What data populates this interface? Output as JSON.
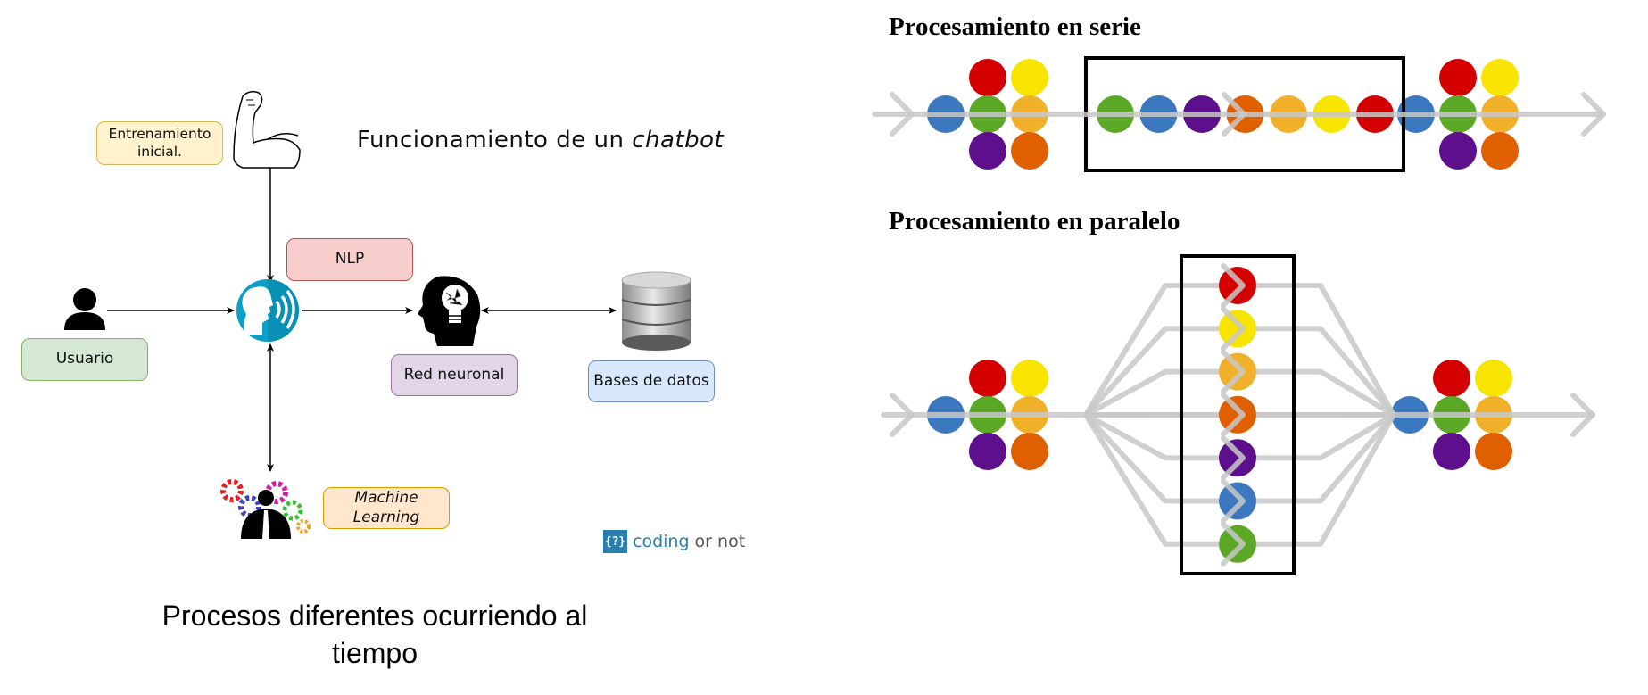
{
  "left_panel": {
    "title_prefix": "Funcionamiento de un ",
    "title_emphasis": "chatbot",
    "nodes": {
      "training": {
        "label_line1": "Entrenamiento",
        "label_line2": "inicial.",
        "icon": "flexed-arm-icon"
      },
      "nlp": {
        "label": "NLP"
      },
      "user": {
        "label": "Usuario",
        "icon": "user-icon"
      },
      "voice": {
        "icon": "voice-assistant-icon",
        "color": "#0aa0c8"
      },
      "neural": {
        "label": "Red neuronal",
        "icon": "brain-bulb-head-icon"
      },
      "database": {
        "label": "Bases de datos",
        "icon": "database-icon"
      },
      "ml": {
        "label_line1": "Machine",
        "label_line2": "Learning",
        "icon": "gears-person-icon"
      }
    },
    "logo": {
      "mark": "{?}",
      "word1": "coding",
      "word2": " or not"
    },
    "caption_line1": "Procesos diferentes ocurriendo al",
    "caption_line2": "tiempo"
  },
  "right_panel": {
    "serial": {
      "heading": "Procesamiento en serie",
      "input_cluster": [
        "#d40000",
        "#f7e400",
        "#3b78bf",
        "#5aa825",
        "#f0b02a",
        "#5e0f8c",
        "#e06000"
      ],
      "processing_sequence": [
        "#5aa825",
        "#3b78bf",
        "#5e0f8c",
        "#e06000",
        "#f0b02a",
        "#f7e400",
        "#d40000"
      ],
      "output_cluster": [
        "#d40000",
        "#f7e400",
        "#3b78bf",
        "#5aa825",
        "#f0b02a",
        "#5e0f8c",
        "#e06000"
      ]
    },
    "parallel": {
      "heading": "Procesamiento en paralelo",
      "input_cluster": [
        "#d40000",
        "#f7e400",
        "#3b78bf",
        "#5aa825",
        "#f0b02a",
        "#5e0f8c",
        "#e06000"
      ],
      "processing_lanes": [
        "#d40000",
        "#f7e400",
        "#f0b02a",
        "#e06000",
        "#5e0f8c",
        "#3b78bf",
        "#5aa825"
      ],
      "output_cluster": [
        "#d40000",
        "#f7e400",
        "#3b78bf",
        "#5aa825",
        "#f0b02a",
        "#5e0f8c",
        "#e06000"
      ]
    },
    "arrow_color": "#c8c8c8"
  }
}
